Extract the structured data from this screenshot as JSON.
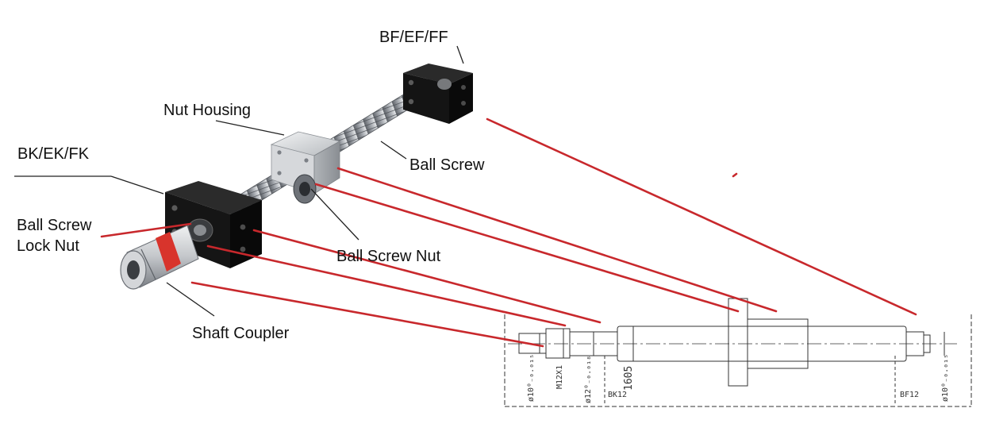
{
  "labels": {
    "bf_ef_ff": "BF/EF/FF",
    "nut_housing": "Nut Housing",
    "ball_screw": "Ball Screw",
    "bk_ek_fk": "BK/EK/FK",
    "ball_screw_lock_nut_line1": "Ball Screw",
    "ball_screw_lock_nut_line2": "Lock Nut",
    "ball_screw_nut": "Ball Screw Nut",
    "shaft_coupler": "Shaft Coupler"
  },
  "drawing": {
    "dim_phi10_left": "ø10⁰₋₀.₀₁₅",
    "dim_m12": "M12X1",
    "dim_phi12": "ø12⁰₋₀.₀₁₈",
    "dim_1605": "1605",
    "support_bk": "BK12",
    "support_bf": "BF12",
    "dim_phi10_right": "ø10⁰₋₀.₀₁₅"
  },
  "colors": {
    "leader_red": "#c8282c",
    "leader_black": "#222222",
    "block_black": "#141414",
    "housing_silver": "#c9ccd0",
    "screw_steel": "#9a9ea4",
    "coupler_red": "#d8342c"
  }
}
